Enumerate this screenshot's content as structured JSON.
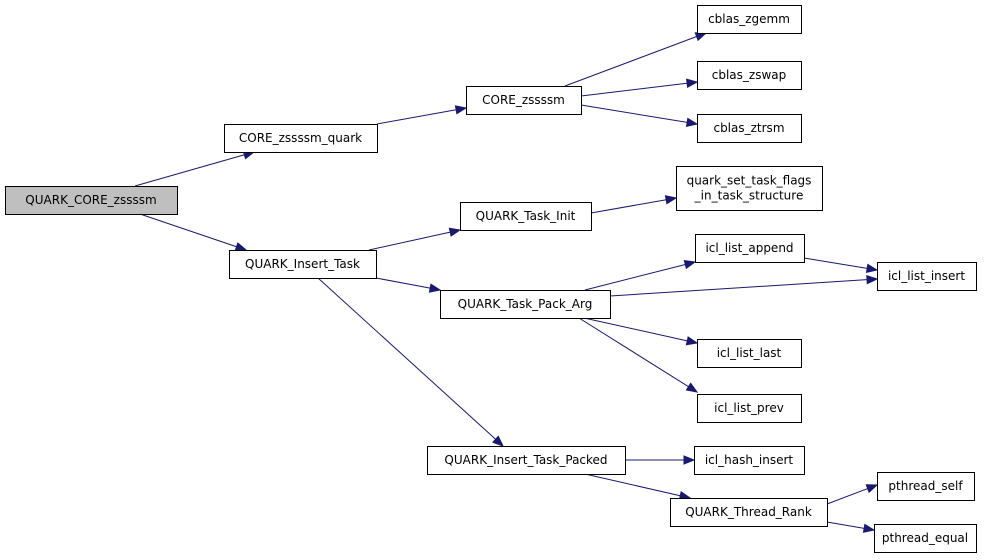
{
  "diagram": {
    "type": "call-graph",
    "colors": {
      "edge": "#191970",
      "root_fill": "#bfbfbf",
      "node_fill": "#ffffff",
      "border": "#000000"
    },
    "nodes": [
      {
        "id": "n0",
        "lines": [
          "QUARK_CORE_zssssm"
        ],
        "root": true
      },
      {
        "id": "n1",
        "lines": [
          "CORE_zssssm_quark"
        ]
      },
      {
        "id": "n2",
        "lines": [
          "CORE_zssssm"
        ]
      },
      {
        "id": "n3",
        "lines": [
          "cblas_zgemm"
        ]
      },
      {
        "id": "n4",
        "lines": [
          "cblas_zswap"
        ]
      },
      {
        "id": "n5",
        "lines": [
          "cblas_ztrsm"
        ]
      },
      {
        "id": "n6",
        "lines": [
          "QUARK_Insert_Task"
        ]
      },
      {
        "id": "n7",
        "lines": [
          "QUARK_Task_Init"
        ]
      },
      {
        "id": "n8",
        "lines": [
          "quark_set_task_flags",
          "_in_task_structure"
        ]
      },
      {
        "id": "n9",
        "lines": [
          "QUARK_Task_Pack_Arg"
        ]
      },
      {
        "id": "n10",
        "lines": [
          "icl_list_append"
        ]
      },
      {
        "id": "n11",
        "lines": [
          "icl_list_insert"
        ]
      },
      {
        "id": "n12",
        "lines": [
          "icl_list_last"
        ]
      },
      {
        "id": "n13",
        "lines": [
          "icl_list_prev"
        ]
      },
      {
        "id": "n14",
        "lines": [
          "QUARK_Insert_Task_Packed"
        ]
      },
      {
        "id": "n15",
        "lines": [
          "icl_hash_insert"
        ]
      },
      {
        "id": "n16",
        "lines": [
          "QUARK_Thread_Rank"
        ]
      },
      {
        "id": "n17",
        "lines": [
          "pthread_self"
        ]
      },
      {
        "id": "n18",
        "lines": [
          "pthread_equal"
        ]
      }
    ],
    "edges": [
      [
        "n0",
        "n1"
      ],
      [
        "n0",
        "n6"
      ],
      [
        "n1",
        "n2"
      ],
      [
        "n2",
        "n3"
      ],
      [
        "n2",
        "n4"
      ],
      [
        "n2",
        "n5"
      ],
      [
        "n6",
        "n7"
      ],
      [
        "n6",
        "n9"
      ],
      [
        "n6",
        "n14"
      ],
      [
        "n7",
        "n8"
      ],
      [
        "n9",
        "n10"
      ],
      [
        "n9",
        "n11"
      ],
      [
        "n9",
        "n12"
      ],
      [
        "n9",
        "n13"
      ],
      [
        "n10",
        "n11"
      ],
      [
        "n14",
        "n15"
      ],
      [
        "n14",
        "n16"
      ],
      [
        "n16",
        "n17"
      ],
      [
        "n16",
        "n18"
      ]
    ]
  }
}
